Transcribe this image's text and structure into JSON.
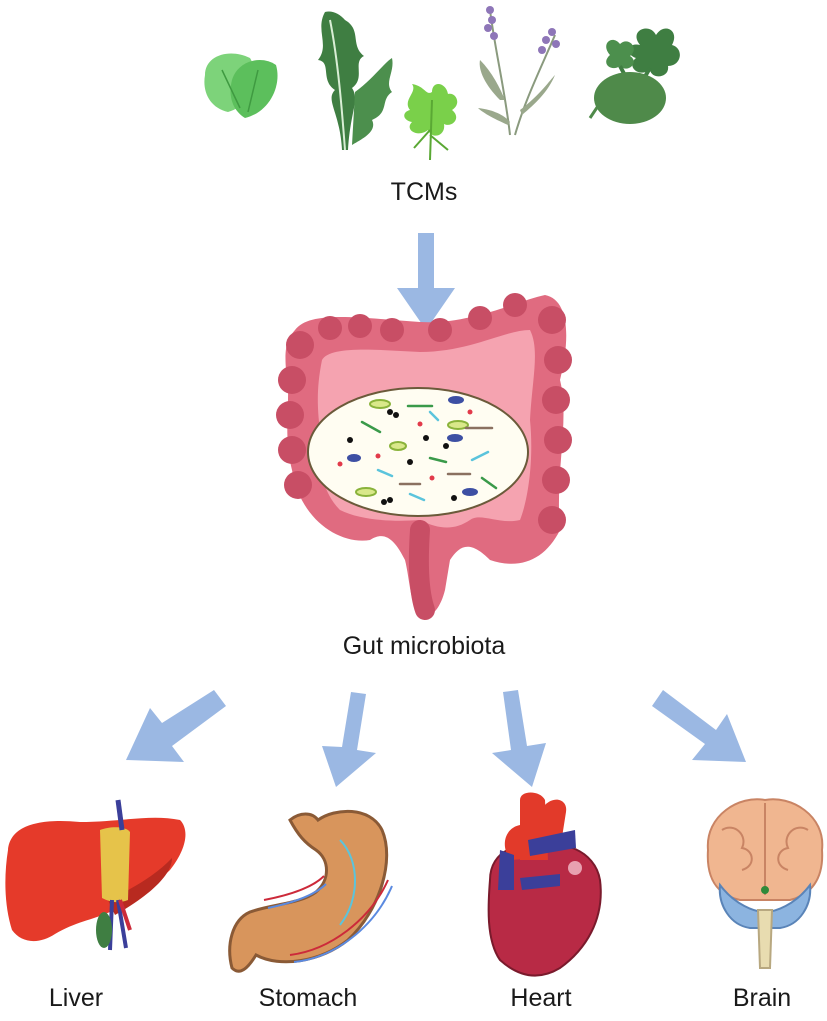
{
  "source": {
    "label": "TCMs"
  },
  "hub": {
    "label": "Gut microbiota"
  },
  "targets": [
    {
      "id": "liver",
      "label": "Liver"
    },
    {
      "id": "stomach",
      "label": "Stomach"
    },
    {
      "id": "heart",
      "label": "Heart"
    },
    {
      "id": "brain",
      "label": "Brain"
    }
  ],
  "colors": {
    "arrow": "#9bb8e3",
    "colon": "#e06b80",
    "herb_green": "#4c9a4e",
    "liver": "#e33a2a",
    "stomach": "#d8955c",
    "heart": "#b82a45",
    "brain": "#f0b690"
  },
  "icons": [
    "mint-leaf-icon",
    "arugula-icon",
    "cilantro-icon",
    "lavender-icon",
    "kohlrabi-icon",
    "colon-icon",
    "liver-icon",
    "stomach-icon",
    "heart-icon",
    "brain-icon"
  ]
}
